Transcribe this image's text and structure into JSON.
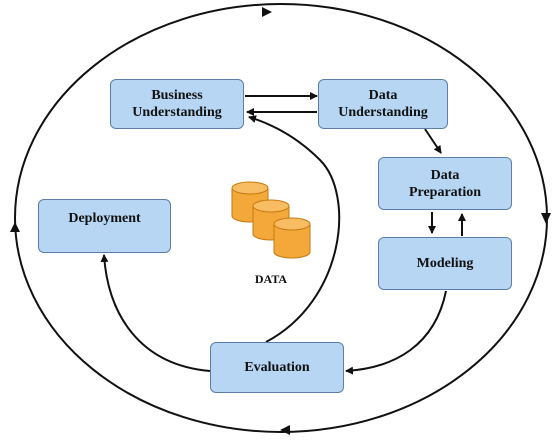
{
  "colors": {
    "box_fill": "#b7d6f4",
    "box_border": "#5b7fa8",
    "cylinder_fill": "#f5a83a",
    "cylinder_edge": "#c47a10",
    "line": "#111111"
  },
  "nodes": {
    "business_understanding": "Business\nUnderstanding",
    "data_understanding": "Data\nUnderstanding",
    "data_preparation": "Data\nPreparation",
    "modeling": "Modeling",
    "evaluation": "Evaluation",
    "deployment": "Deployment"
  },
  "center": {
    "label": "DATA",
    "icon": "database-cylinders-icon"
  }
}
